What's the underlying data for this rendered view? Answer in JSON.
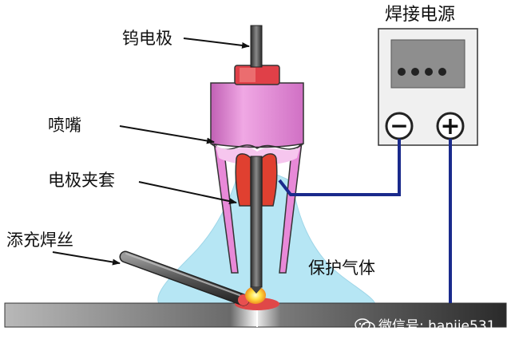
{
  "labels": {
    "tungsten_electrode": "钨电极",
    "nozzle": "喷嘴",
    "electrode_collet": "电极夹套",
    "filler_wire": "添充焊丝",
    "shielding_gas": "保护气体",
    "power_source": "焊接电源"
  },
  "terminals": {
    "negative": "−",
    "positive": "+"
  },
  "watermark": {
    "text": "微信号: hanjie531",
    "icon": "wechat-icon"
  },
  "colors": {
    "nozzle": "#e889d8",
    "collet": "#e04030",
    "gas": "#b6e6f4",
    "cable": "#1a2a8c",
    "power_box": "#f0f0f0",
    "display": "#8e8e8e"
  }
}
